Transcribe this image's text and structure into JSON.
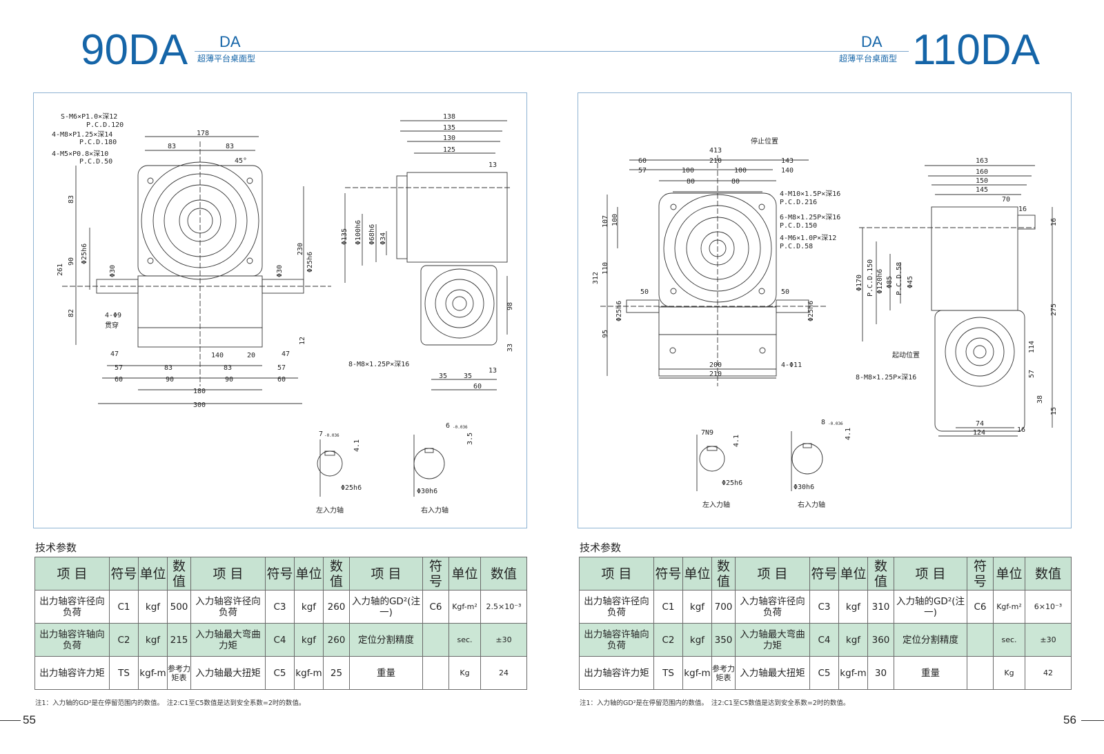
{
  "left": {
    "model": "90DA",
    "series": "DA",
    "subtitle": "超薄平台桌面型",
    "page_number": "55",
    "section_title": "技术参数",
    "note": "注1：入力轴的GD²是在停留范围内的数值。　注2:C1至C5数值是达到安全系数=2时的数值。",
    "drawing": {
      "callouts": [
        "S-M6×P1.0×深12",
        "P.C.D.120",
        "4-M8×P1.25×深14",
        "P.C.D.180",
        "4-M5×P0.8×深10",
        "P.C.D.50",
        "4-Φ9",
        "贯穿",
        "8-M8×1.25P×深16"
      ],
      "dims": [
        "178",
        "83",
        "83",
        "45°",
        "83",
        "90",
        "82",
        "261",
        "230",
        "Φ25h6",
        "Φ30",
        "Φ30",
        "Φ25h6",
        "12",
        "47",
        "57",
        "60",
        "83",
        "83",
        "90",
        "90",
        "140",
        "20",
        "47",
        "57",
        "60",
        "180",
        "300",
        "138",
        "135",
        "130",
        "125",
        "13",
        "Φ135",
        "Φ100h6",
        "Φ68h6",
        "Φ34",
        "98",
        "33",
        "13",
        "35",
        "35",
        "60"
      ],
      "shaft_left": {
        "width": "7",
        "tol": "-0.036",
        "depth": "4.1",
        "dia": "Φ25h6",
        "label": "左入力轴"
      },
      "shaft_right": {
        "width": "6",
        "tol": "-0.036",
        "depth": "3.5",
        "dia": "Φ30h6",
        "label": "右入力轴"
      }
    },
    "table": {
      "headers": [
        "项 目",
        "符号",
        "单位",
        "数值",
        "项 目",
        "符号",
        "单位",
        "数值",
        "项 目",
        "符号",
        "单位",
        "数值"
      ],
      "rows": [
        [
          "出力轴容许径向负荷",
          "C1",
          "kgf",
          "500",
          "入力轴容许径向负荷",
          "C3",
          "kgf",
          "260",
          "入力轴的GD²(注一)",
          "C6",
          "Kgf-m²",
          "2.5×10⁻³"
        ],
        [
          "出力轴容许轴向负荷",
          "C2",
          "kgf",
          "215",
          "入力轴最大弯曲力矩",
          "C4",
          "kgf",
          "260",
          "定位分割精度",
          "",
          "sec.",
          "±30"
        ],
        [
          "出力轴容许力矩",
          "TS",
          "kgf-m",
          "参考力矩表",
          "入力轴最大扭矩",
          "C5",
          "kgf-m",
          "25",
          "重量",
          "",
          "Kg",
          "24"
        ]
      ]
    }
  },
  "right": {
    "model": "110DA",
    "series": "DA",
    "subtitle": "超薄平台桌面型",
    "page_number": "56",
    "section_title": "技术参数",
    "note": "注1：入力轴的GD²是在停留范围内的数值。　注2:C1至C5数值是达到安全系数=2时的数值。",
    "drawing": {
      "callouts": [
        "停止位置",
        "4-M10×1.5P×深16",
        "P.C.D.216",
        "6-M8×1.25P×深16",
        "P.C.D.150",
        "4-M6×1.0P×深12",
        "P.C.D.58",
        "4-Φ11",
        "起动位置",
        "8-M8×1.25P×深16"
      ],
      "dims": [
        "413",
        "60",
        "210",
        "143",
        "57",
        "100",
        "100",
        "140",
        "80",
        "80",
        "107",
        "100",
        "312",
        "110",
        "95",
        "50",
        "50",
        "Φ25h6",
        "Φ25h6",
        "200",
        "210",
        "163",
        "160",
        "150",
        "145",
        "70",
        "16",
        "16",
        "Φ170",
        "P.C.D.150",
        "Φ120h6",
        "Φ85",
        "P.C.D.58",
        "Φ45",
        "275",
        "114",
        "57",
        "38",
        "15",
        "74",
        "124",
        "16"
      ],
      "shaft_left": {
        "width": "7N9",
        "depth": "4.1",
        "dia": "Φ25h6",
        "label": "左入力轴"
      },
      "shaft_right": {
        "width": "8",
        "tol": "-0.036",
        "depth": "4.1",
        "dia": "Φ30h6",
        "label": "右入力轴"
      }
    },
    "table": {
      "headers": [
        "项 目",
        "符号",
        "单位",
        "数值",
        "项 目",
        "符号",
        "单位",
        "数值",
        "项 目",
        "符号",
        "单位",
        "数值"
      ],
      "rows": [
        [
          "出力轴容许径向负荷",
          "C1",
          "kgf",
          "700",
          "入力轴容许径向负荷",
          "C3",
          "kgf",
          "310",
          "入力轴的GD²(注一)",
          "C6",
          "Kgf-m²",
          "6×10⁻³"
        ],
        [
          "出力轴容许轴向负荷",
          "C2",
          "kgf",
          "350",
          "入力轴最大弯曲力矩",
          "C4",
          "kgf",
          "360",
          "定位分割精度",
          "",
          "sec.",
          "±30"
        ],
        [
          "出力轴容许力矩",
          "TS",
          "kgf-m",
          "参考力矩表",
          "入力轴最大扭矩",
          "C5",
          "kgf-m",
          "30",
          "重量",
          "",
          "Kg",
          "42"
        ]
      ]
    }
  }
}
